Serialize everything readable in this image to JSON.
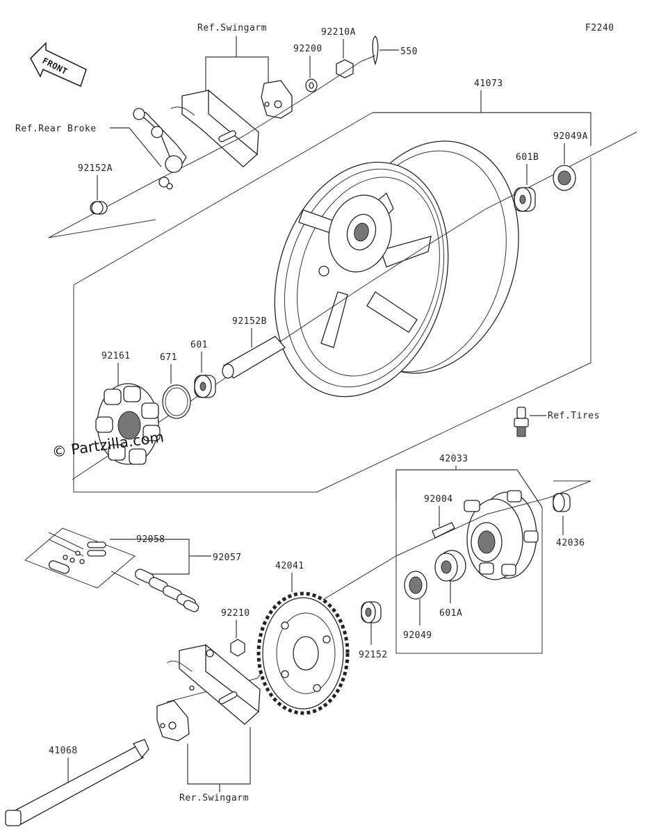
{
  "diagram": {
    "code": "F2240",
    "front_label": "FRONT",
    "watermark": "© Partzilla.com",
    "refs": {
      "swingarm_top": "Ref.Swingarm",
      "rear_brake": "Ref.Rear Broke",
      "tires": "Ref.Tires",
      "swingarm_bottom": "Rer.Swingarm"
    },
    "parts": {
      "p92210A": "92210A",
      "p550": "550",
      "p92200": "92200",
      "p41073": "41073",
      "p92049A": "92049A",
      "p601B": "601B",
      "p92152A": "92152A",
      "p92152B": "92152B",
      "p92161": "92161",
      "p671": "671",
      "p601": "601",
      "p42033": "42033",
      "p92004": "92004",
      "p42036": "42036",
      "p92058": "92058",
      "p92057": "92057",
      "p42041": "42041",
      "p92210": "92210",
      "p92152": "92152",
      "p92049": "92049",
      "p601A": "601A",
      "p41068": "41068"
    }
  }
}
